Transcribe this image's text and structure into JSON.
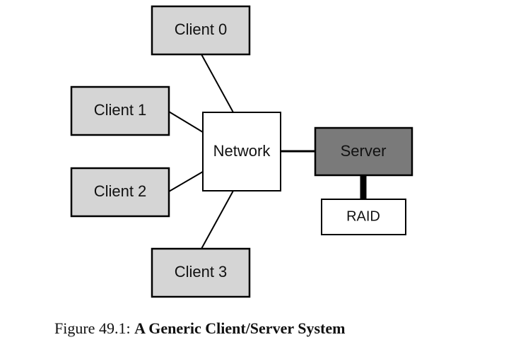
{
  "nodes": {
    "client0": "Client 0",
    "client1": "Client 1",
    "client2": "Client 2",
    "client3": "Client 3",
    "network": "Network",
    "server": "Server",
    "raid": "RAID"
  },
  "colors": {
    "client_fill": "#d5d5d5",
    "server_fill": "#7a7a7a",
    "network_fill": "#ffffff",
    "raid_fill": "#ffffff",
    "stroke": "#000000"
  },
  "caption": {
    "prefix": "Figure 49.1:",
    "title": "A Generic Client/Server System"
  }
}
